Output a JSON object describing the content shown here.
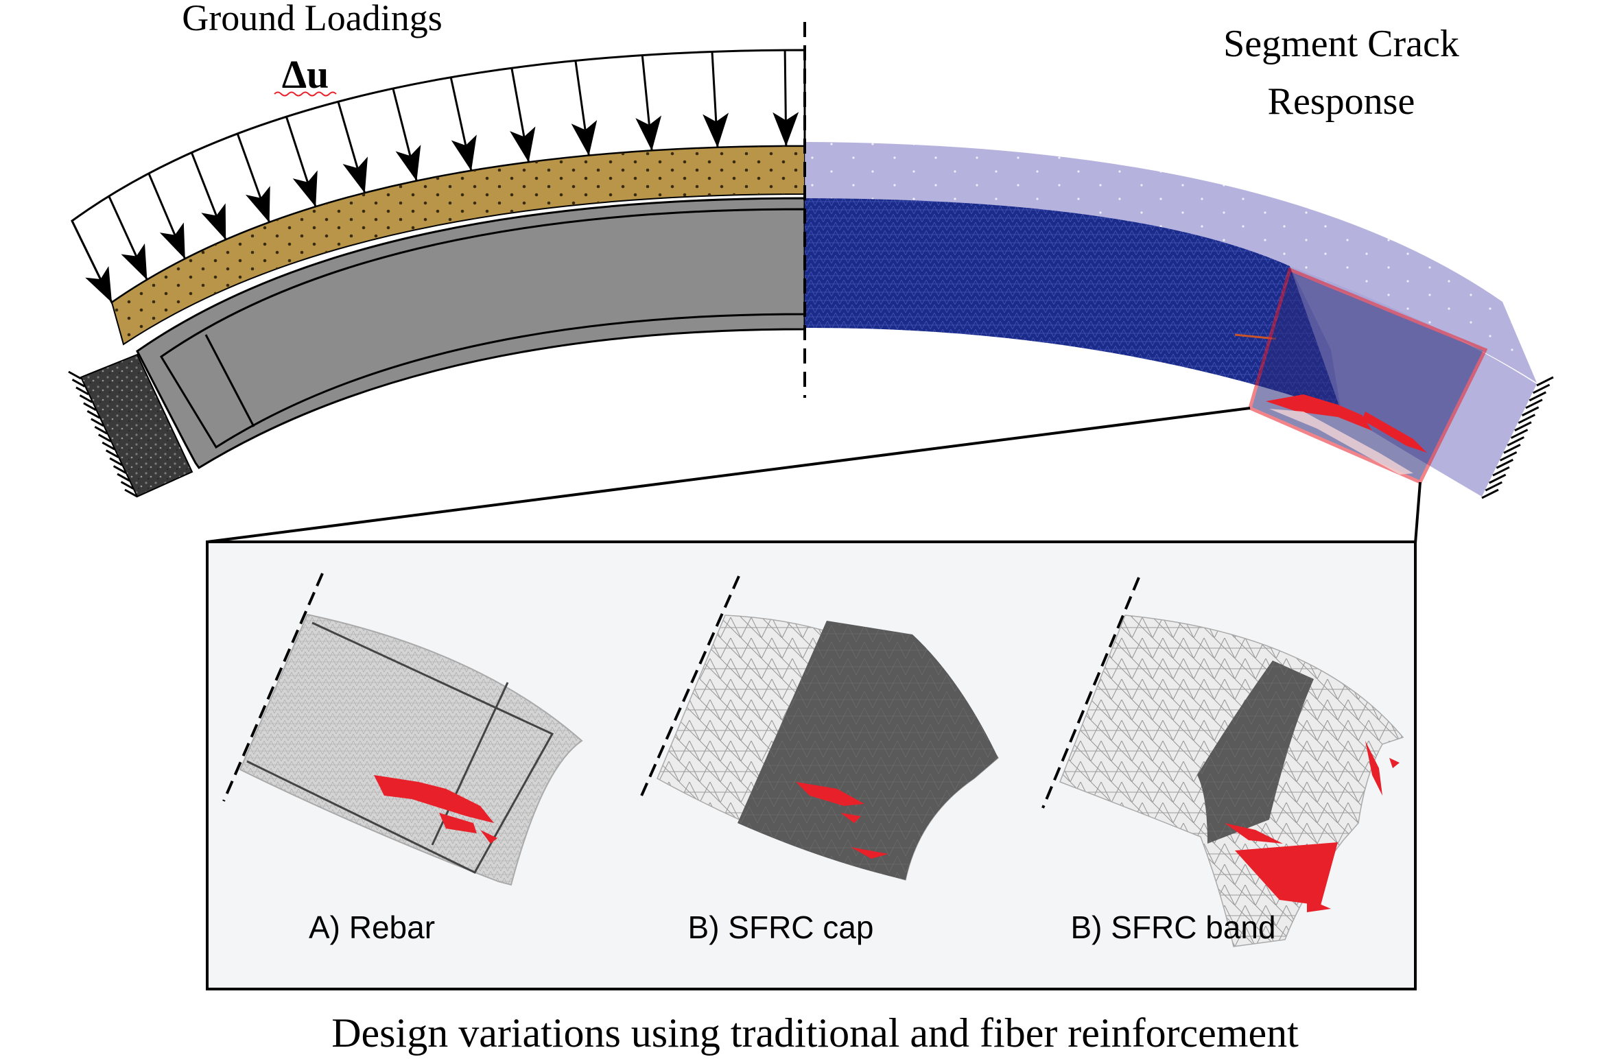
{
  "labels": {
    "ground_loadings": "Ground Loadings",
    "delta_u": "Δu",
    "segment_crack_line1": "Segment Crack",
    "segment_crack_line2": "Response",
    "panel_a": "A) Rebar",
    "panel_b": "B) SFRC cap",
    "panel_c": "B) SFRC band",
    "caption": "Design variations using traditional and fiber reinforcement"
  },
  "colors": {
    "soil": "#b89548",
    "concrete": "#8c8c8c",
    "mesh_blue": "#1b2b8a",
    "overlay_lavender": "#a8a6d8",
    "crack_red": "#e8202a",
    "panel_bg": "#f4f5f7"
  }
}
